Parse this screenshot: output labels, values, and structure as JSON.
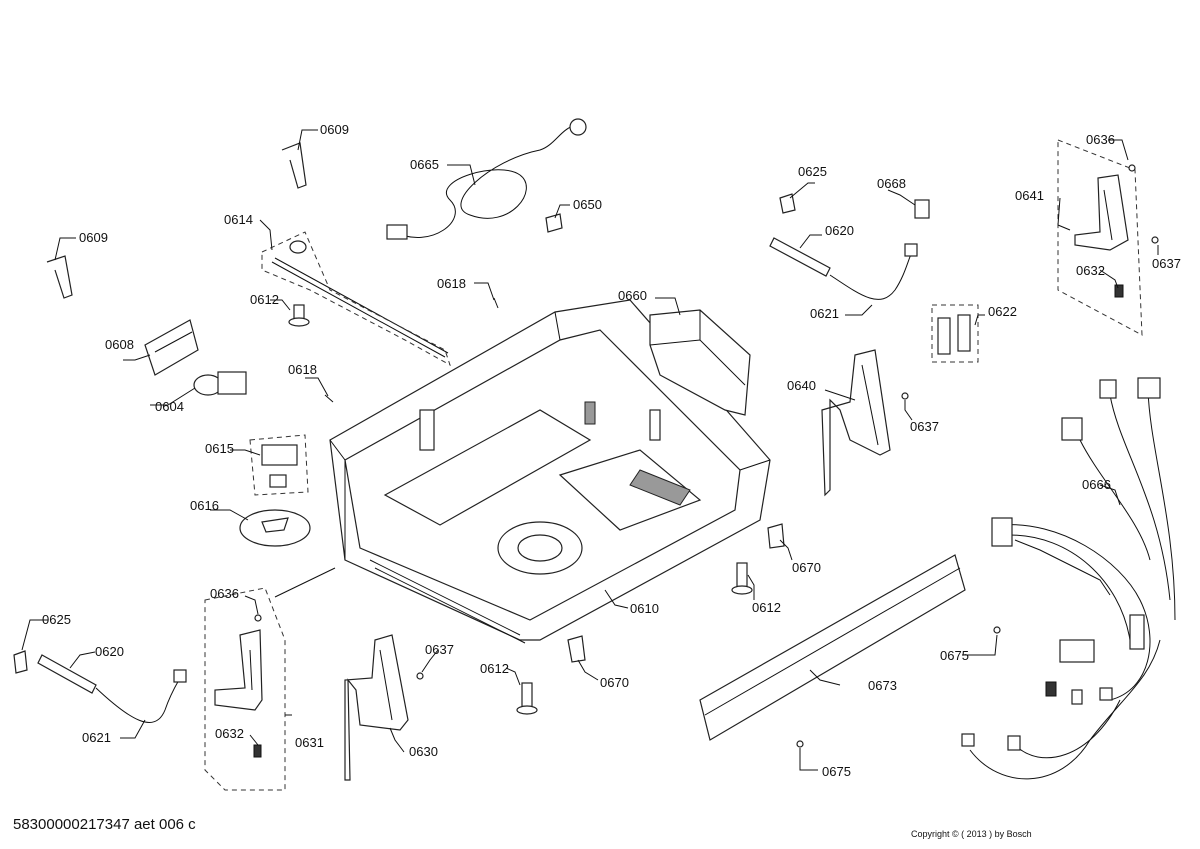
{
  "diagram_code": "58300000217347 aet 006 c",
  "copyright": "Copyright © ( 2013 ) by Bosch",
  "labels": {
    "l0609a": "0609",
    "l0609b": "0609",
    "l0665": "0665",
    "l0650": "0650",
    "l0614": "0614",
    "l0612a": "0612",
    "l0618a": "0618",
    "l0618b": "0618",
    "l0608": "0608",
    "l0604": "0604",
    "l0615": "0615",
    "l0616": "0616",
    "l0660": "0660",
    "l0625a": "0625",
    "l0620a": "0620",
    "l0668": "0668",
    "l0621a": "0621",
    "l0622": "0622",
    "l0636a": "0636",
    "l0641": "0641",
    "l0637a": "0637",
    "l0632a": "0632",
    "l0640": "0640",
    "l0637b": "0637",
    "l0666": "0666",
    "l0670a": "0670",
    "l0612b": "0612",
    "l0610": "0610",
    "l0675a": "0675",
    "l0673": "0673",
    "l0675b": "0675",
    "l0625b": "0625",
    "l0620b": "0620",
    "l0621b": "0621",
    "l0636b": "0636",
    "l0632b": "0632",
    "l0631": "0631",
    "l0637c": "0637",
    "l0630": "0630",
    "l0612c": "0612",
    "l0670b": "0670"
  }
}
